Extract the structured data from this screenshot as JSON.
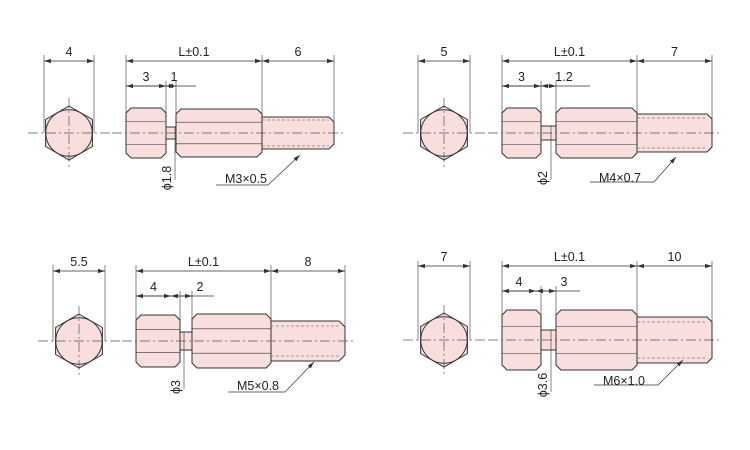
{
  "colors": {
    "fill": "#f9dede",
    "stroke": "#333333",
    "center": "#555555"
  },
  "spacers": [
    {
      "hex_width": "4",
      "length": "L±0.1",
      "thread_length": "6",
      "hex_part": "3",
      "groove": "1",
      "neck_dia": "ϕ1.8",
      "thread": "M3×0.5"
    },
    {
      "hex_width": "5",
      "length": "L±0.1",
      "thread_length": "7",
      "hex_part": "3",
      "groove": "1.2",
      "neck_dia": "ϕ2",
      "thread": "M4×0.7"
    },
    {
      "hex_width": "5.5",
      "length": "L±0.1",
      "thread_length": "8",
      "hex_part": "4",
      "groove": "2",
      "neck_dia": "ϕ3",
      "thread": "M5×0.8"
    },
    {
      "hex_width": "7",
      "length": "L±0.1",
      "thread_length": "10",
      "hex_part": "4",
      "groove": "3",
      "neck_dia": "ϕ3.6",
      "thread": "M6×1.0"
    }
  ]
}
